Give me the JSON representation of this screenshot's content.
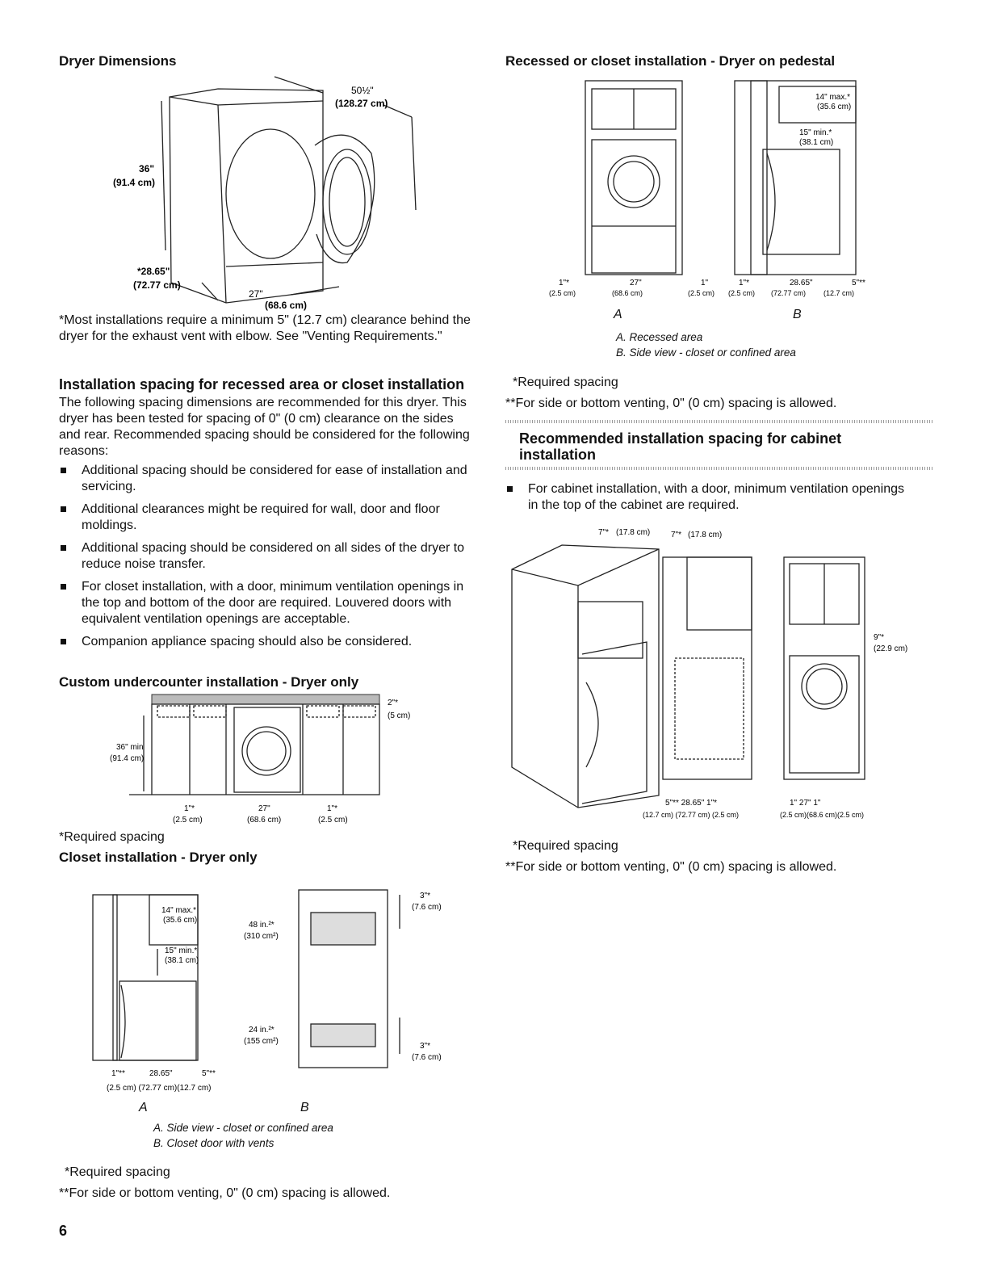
{
  "page_number": "6",
  "left": {
    "dryer_dimensions": {
      "title": "Dryer Dimensions",
      "dim_height": "50½\"",
      "dim_height_cm": "(128.27 cm)",
      "dim_36": "36\"",
      "dim_36_cm": "(91.4 cm)",
      "dim_depth": "*28.65\"",
      "dim_depth_cm": "(72.77 cm)",
      "dim_width": "27\"",
      "dim_width_cm": "(68.6 cm)",
      "note": "*Most installations require a minimum 5\" (12.7 cm) clearance behind the dryer for the exhaust vent with elbow. See \"Venting Requirements.\""
    },
    "spacing": {
      "title": "Installation spacing for recessed area or closet installation",
      "intro": "The following spacing dimensions are recommended for this dryer. This dryer has been tested for spacing of 0\" (0 cm) clearance on the sides and rear. Recommended spacing should be considered for the following reasons:",
      "bullets": [
        "Additional spacing should be considered for ease of installation and servicing.",
        "Additional clearances might be required for wall, door and floor moldings.",
        "Additional spacing should be considered on all sides of the dryer to reduce noise transfer.",
        "For closet installation, with a door, minimum ventilation openings in the top and bottom of the door are required. Louvered doors with equivalent ventilation openings are acceptable.",
        "Companion appliance spacing should also be considered."
      ]
    },
    "undercounter": {
      "title": "Custom undercounter installation - Dryer only",
      "top": "2\"*",
      "top_cm": "(5 cm)",
      "height": "36\" min",
      "height_cm": "(91.4 cm)",
      "left_gap": "1\"*",
      "left_gap_cm": "(2.5 cm)",
      "width": "27\"",
      "width_cm": "(68.6 cm)",
      "right_gap": "1\"*",
      "right_gap_cm": "(2.5 cm)",
      "note": "*Required spacing"
    },
    "closet": {
      "title": "Closet installation - Dryer only",
      "max": "14\" max.*",
      "max_cm": "(35.6 cm)",
      "min": "15\" min.*",
      "min_cm": "(38.1 cm)",
      "bottom_a": "1\"**",
      "bottom_b": "28.65\"",
      "bottom_c": "5\"**",
      "bottom_cm": "(2.5 cm)  (72.77 cm)(12.7 cm)",
      "vent_top": "48 in.²*",
      "vent_top_cm": "(310 cm²)",
      "vent_bottom": "24 in.²*",
      "vent_bottom_cm": "(155 cm²)",
      "gap_top": "3\"*",
      "gap_top_cm": "(7.6 cm)",
      "gap_bottom": "3\"*",
      "gap_bottom_cm": "(7.6 cm)",
      "label_a": "A",
      "label_b": "B",
      "cap_a": "A. Side view - closet or confined area",
      "cap_b": "B. Closet door with vents",
      "note1": "*Required spacing",
      "note2": "**For side or bottom venting, 0\" (0 cm) spacing is allowed."
    }
  },
  "right": {
    "pedestal": {
      "title": "Recessed or closet installation - Dryer on pedestal",
      "max": "14\" max.*",
      "max_cm": "(35.6 cm)",
      "min": "15\" min.*",
      "min_cm": "(38.1 cm)",
      "a1": "1\"*",
      "a1_cm": "(2.5 cm)",
      "a2": "27\"",
      "a2_cm": "(68.6 cm)",
      "a3": "1\"",
      "a3_cm": "(2.5 cm)",
      "b1": "1\"*",
      "b1_cm": "(2.5 cm)",
      "b2": "28.65\"",
      "b2_cm": "(72.77 cm)",
      "b3": "5\"**",
      "b3_cm": "(12.7 cm)",
      "label_a": "A",
      "label_b": "B",
      "cap_a": "A. Recessed area",
      "cap_b": "B. Side view - closet or confined area",
      "note1": "*Required spacing",
      "note2": "**For side or bottom venting, 0\" (0 cm) spacing is allowed."
    },
    "cabinet": {
      "title": "Recommended installation spacing for cabinet installation",
      "bullet": "For cabinet installation, with a door, minimum ventilation openings in the top of the cabinet are required.",
      "top1": "7\"*",
      "top1_cm": "(17.8 cm)",
      "top2": "7\"*",
      "top2_cm": "(17.8 cm)",
      "side": "9\"*",
      "side_cm": "(22.9 cm)",
      "b_vals": "5\"**   28.65\"    1\"*",
      "b_cm": "(12.7 cm) (72.77 cm) (2.5 cm)",
      "c_vals": "1\"    27\"    1\"",
      "c_cm": "(2.5 cm)(68.6 cm)(2.5 cm)",
      "note1": "*Required spacing",
      "note2": "**For side or bottom venting, 0\" (0 cm) spacing is allowed."
    }
  }
}
